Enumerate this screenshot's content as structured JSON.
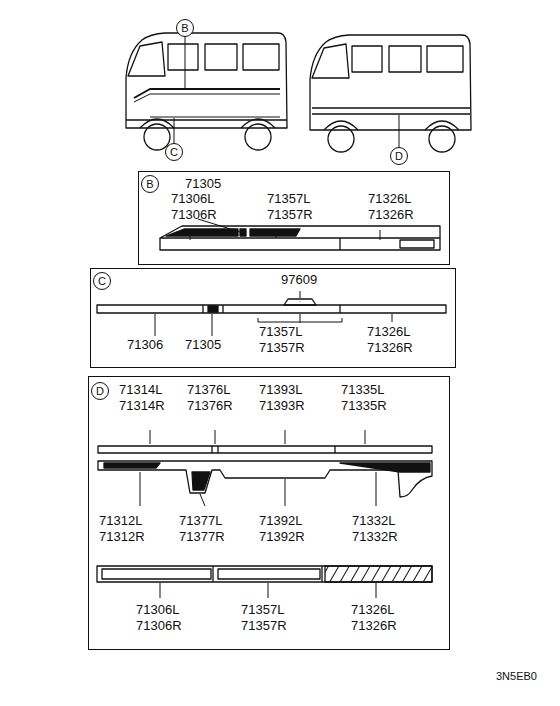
{
  "diagram": {
    "nodes": [
      {
        "text": [
          "B"
        ]
      },
      {
        "text": [
          "C"
        ]
      },
      {
        "text": [
          "D"
        ]
      },
      {
        "text": [
          "71305",
          "71306L",
          "71306R",
          "71357L",
          "71357R",
          "71326L",
          "71326R"
        ]
      },
      {
        "text": [
          "B"
        ],
        "in": 3
      },
      {
        "text": [
          "97609",
          "71306",
          "71305",
          "71357L",
          "71357R",
          "71326L",
          "71326R"
        ]
      },
      {
        "text": [
          "C"
        ],
        "in": 5
      },
      {
        "text": [
          "71314L",
          "71314R",
          "71376L",
          "71376R",
          "71393L",
          "71393R",
          "71335L",
          "71335R",
          "71312L",
          "71312R",
          "71377L",
          "71377R",
          "71392L",
          "71392R",
          "71332L",
          "71332R",
          "71306L",
          "71306R",
          "71357L",
          "71357R",
          "71326L",
          "71326R"
        ]
      },
      {
        "text": [
          "D"
        ],
        "in": 7
      }
    ],
    "labels": [
      "3N5EB0"
    ]
  }
}
